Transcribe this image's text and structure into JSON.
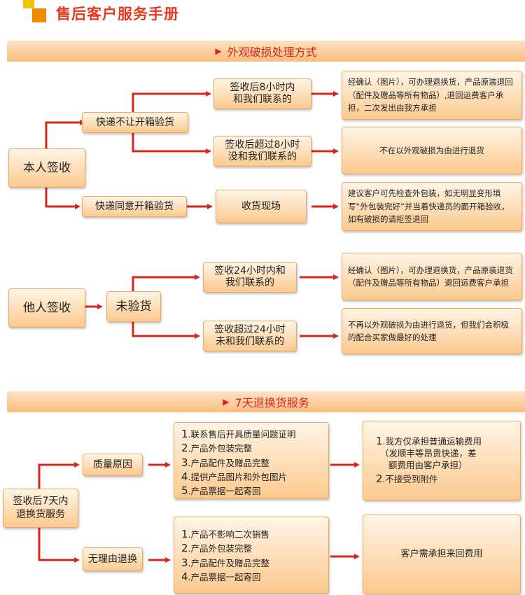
{
  "title": "售后客户服务手册",
  "section1": {
    "header": "外观破损处理方式",
    "self_sign": "本人签收",
    "no_open": "快递不让开箱验货",
    "within8": "签收后8小时内\n和我们联系的",
    "over8": "签收后超过8小时\n没和我们联系的",
    "within8_result": "经确认（图片），可办理退换货，产品原装退回（配件及赠品等所有物品）,退回运费客户承担，二次发出由我方承担",
    "over8_result": "不在以外观破损为由进行退货",
    "open_ok": "快递同意开箱验货",
    "on_site": "收货现场",
    "on_site_result": "建议客户可先检查外包装，如无明显变形填写“外包装完好”并当着快递员的面开箱验收，如有破损的请拒签退回",
    "other_sign": "他人签收",
    "not_checked": "未验货",
    "within24": "签收24小时内和\n我们联系的",
    "within24_result": "经确认（图片），可办理退换货，产品原装退货（配件及赠品等所有物品）退回运费客户承担",
    "over24": "签收超过24小时\n未和我们联系的",
    "over24_result": "不再以外观破损为由进行退货，但我们会积极的配合买家做最好的处理"
  },
  "section2": {
    "header": "7天退换货服务",
    "root": "签收后7天内\n退换货服务",
    "quality": "质量原因",
    "quality_items": [
      {
        "n": "1",
        "t": ".联系售后开具质量问题证明"
      },
      {
        "n": "2",
        "t": ".产品外包装完整"
      },
      {
        "n": "3",
        "t": ".产品配件及赠品完整"
      },
      {
        "n": "4",
        "t": ".提供产品图片和外包图片"
      },
      {
        "n": "5",
        "t": ".产品票据一起寄回"
      }
    ],
    "quality_result_items": [
      {
        "n": "1",
        "t": ".我方仅承担普通运输费用"
      },
      {
        "n": "",
        "t": "（发顺丰等昂贵快递，差"
      },
      {
        "n": "",
        "t": "额费用由客户承担）"
      },
      {
        "n": "2",
        "t": ".不接受到附件"
      }
    ],
    "no_reason": "无理由退换",
    "no_reason_items": [
      {
        "n": "1",
        "t": ".产品不影响二次销售"
      },
      {
        "n": "2",
        "t": ".产品外包装完整"
      },
      {
        "n": "3",
        "t": ".产品配件及赠品完整"
      },
      {
        "n": "4",
        "t": ".产品票据一起寄回"
      }
    ],
    "no_reason_result": "客户需承担来回费用"
  },
  "colors": {
    "arrow": "#d9261c",
    "accent": "#f08a00",
    "title": "#e8381b"
  }
}
